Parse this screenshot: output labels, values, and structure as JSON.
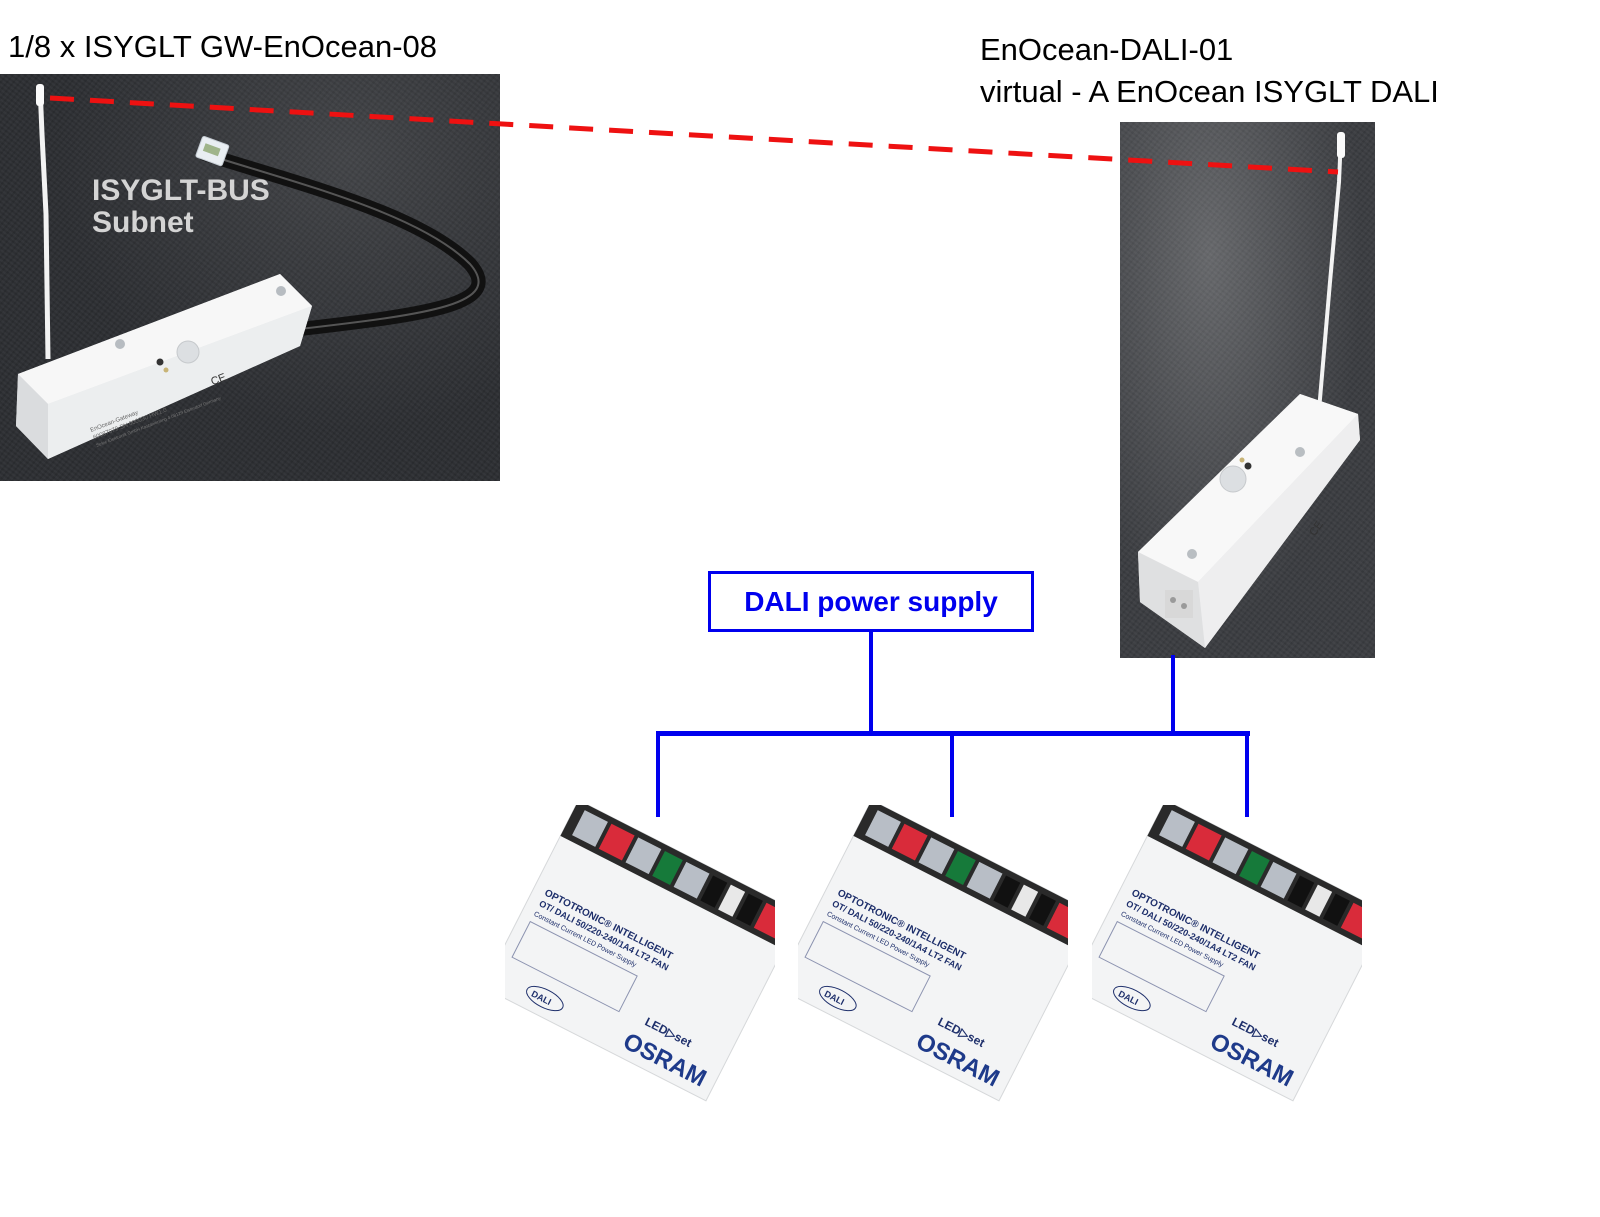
{
  "gateway": {
    "title": "1/8 x ISYGLT GW-EnOcean-08",
    "overlay_line1": "ISYGLT-BUS",
    "overlay_line2": "Subnet",
    "device_label_lines": [
      "EnOcean-Gateway",
      "60087079  SN  000030   HW1.0",
      "Selec Elektronik GmbH  Kastanienring 4  08129 Elsterdorf  Germany"
    ],
    "ce_mark": "CE"
  },
  "receiver": {
    "title_line1": "EnOcean-DALI-01",
    "title_line2": "virtual - A EnOcean ISYGLT DALI",
    "ce_mark": "CE"
  },
  "power_supply": {
    "label": "DALI power supply"
  },
  "drivers": [
    {
      "brand": "OSRAM",
      "series": "OPTOTRONIC® INTELLIGENT",
      "model": "OT/ DALI 50/220-240/1A4 LT2 FAN",
      "subtitle": "Constant Current LED Power Supply",
      "ledset": "LED▷set",
      "dali": "DALI"
    },
    {
      "brand": "OSRAM",
      "series": "OPTOTRONIC® INTELLIGENT",
      "model": "OT/ DALI 50/220-240/1A4 LT2 FAN",
      "subtitle": "Constant Current LED Power Supply",
      "ledset": "LED▷set",
      "dali": "DALI"
    },
    {
      "brand": "OSRAM",
      "series": "OPTOTRONIC® INTELLIGENT",
      "model": "OT/ DALI 50/220-240/1A4 LT2 FAN",
      "subtitle": "Constant Current LED Power Supply",
      "ledset": "LED▷set",
      "dali": "DALI"
    }
  ],
  "colors": {
    "radio_link": "#ee1111",
    "dali_bus": "#0000ee"
  }
}
